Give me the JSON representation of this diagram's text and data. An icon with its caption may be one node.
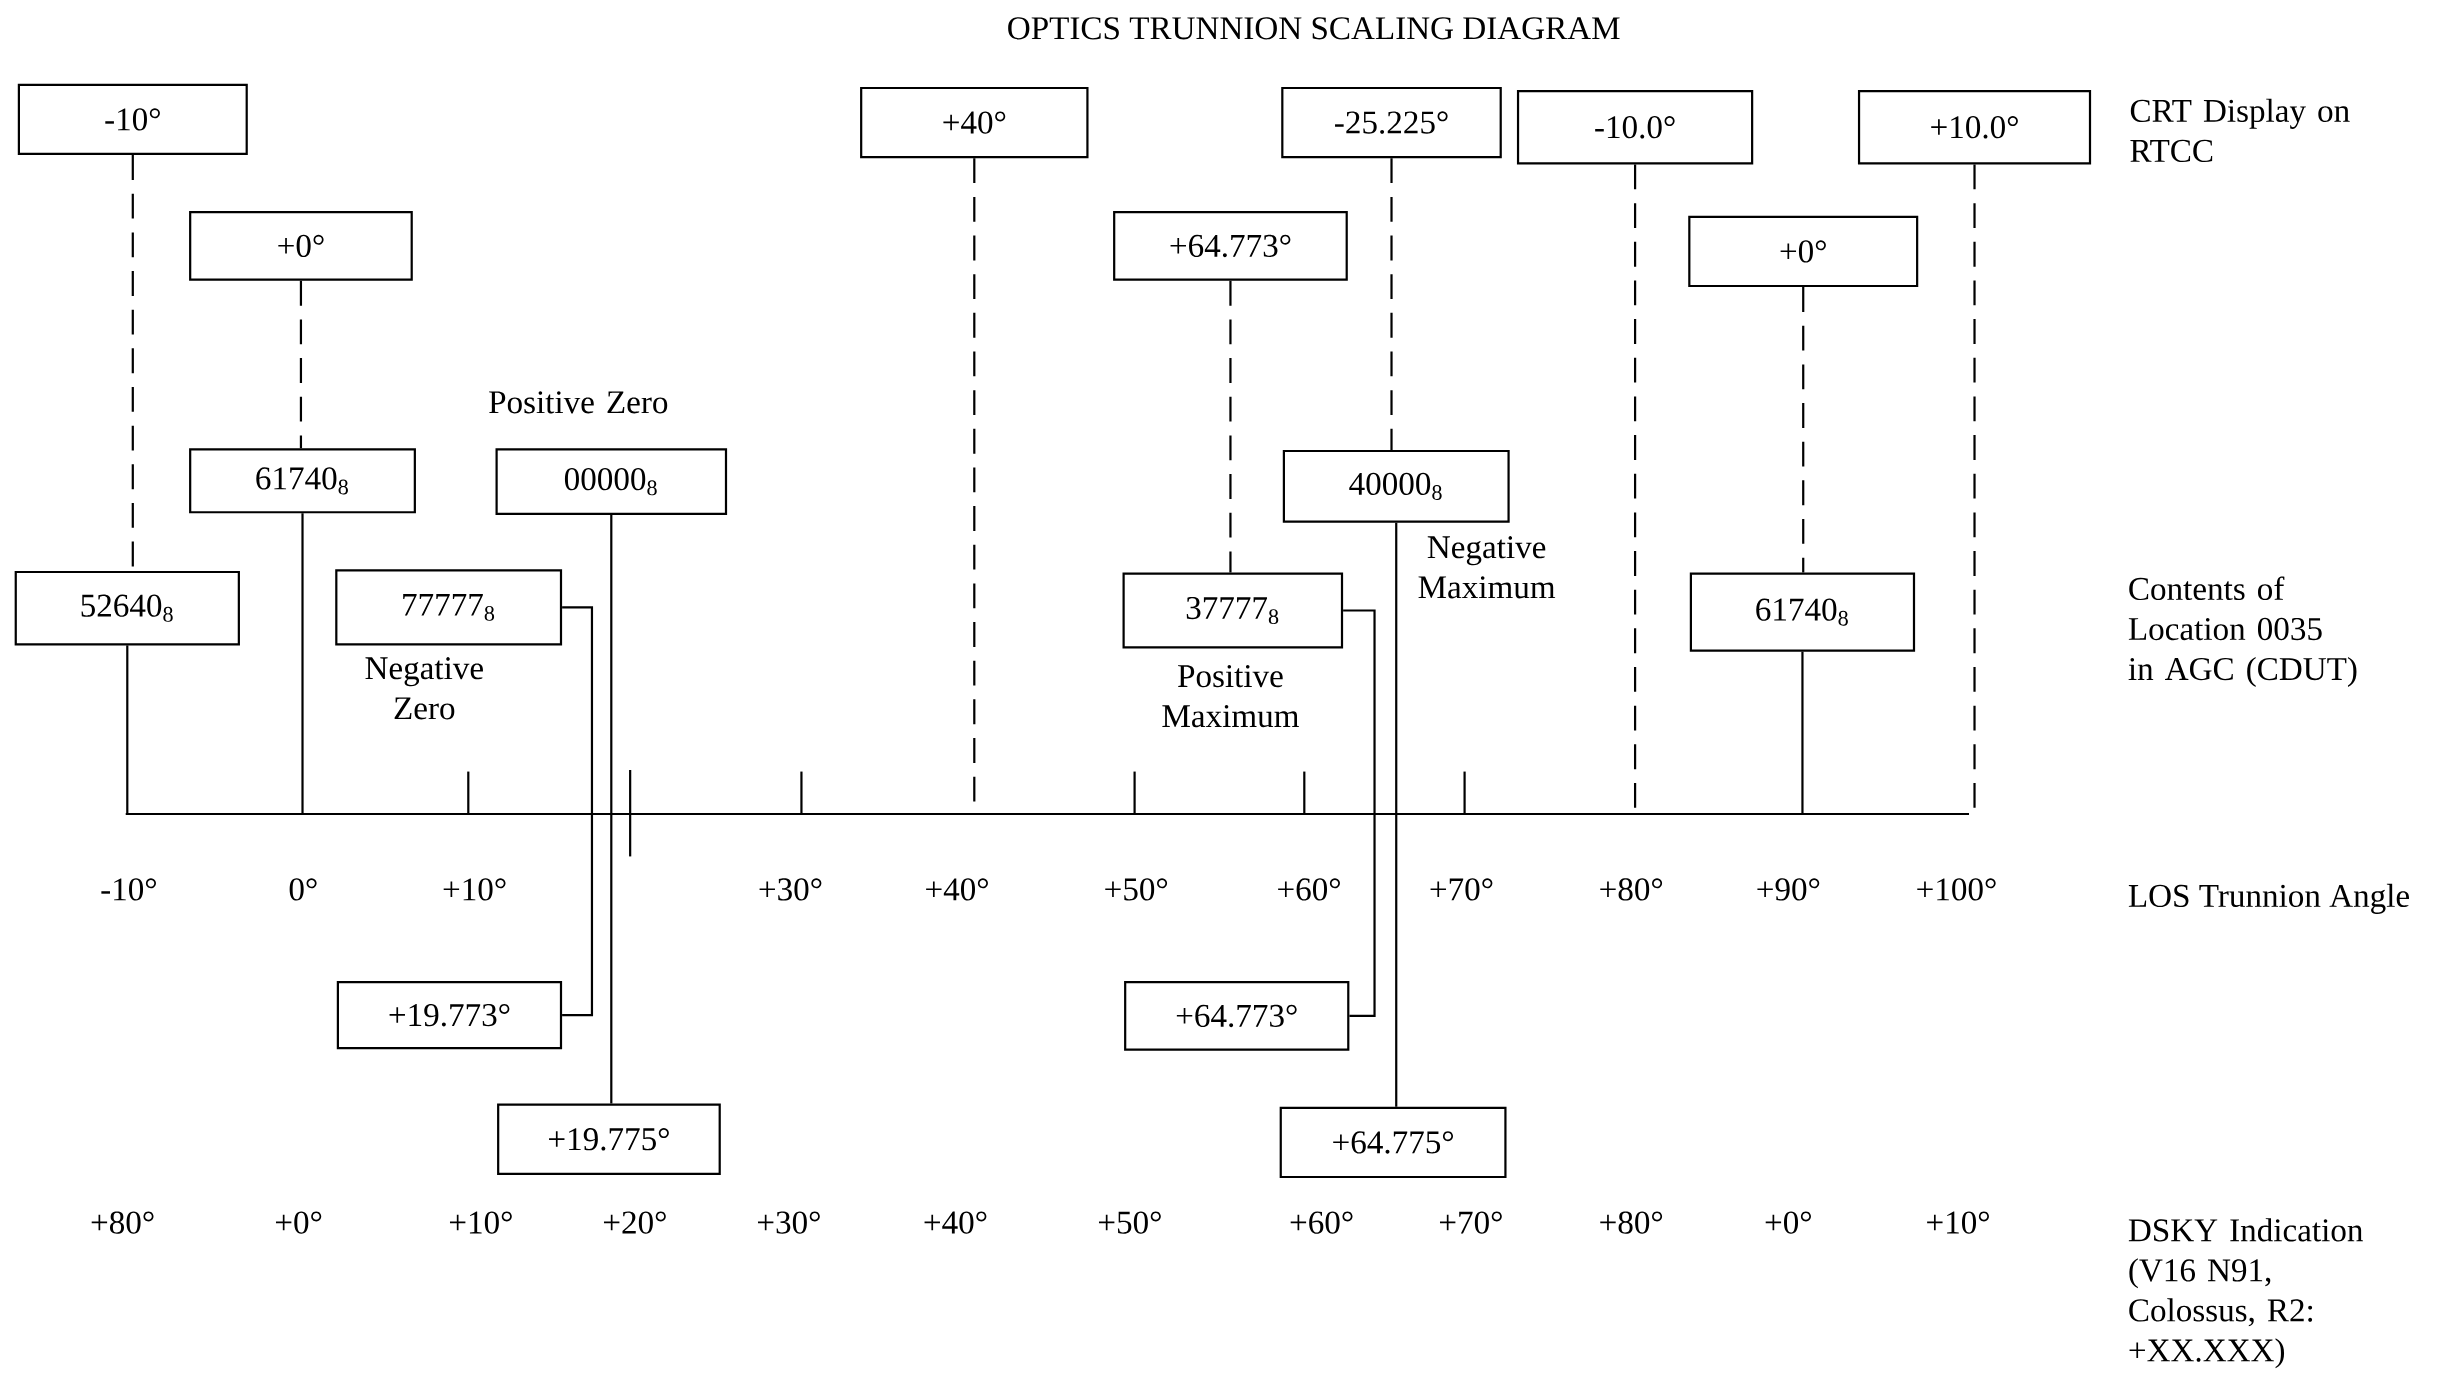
{
  "diagram": {
    "title": "OPTICS TRUNNION SCALING DIAGRAM",
    "nodes": [
      {
        "text": [
          "-10°"
        ]
      },
      {
        "text": [
          "+40°"
        ]
      },
      {
        "text": [
          "-25.225°"
        ]
      },
      {
        "text": [
          "-10.0°"
        ]
      },
      {
        "text": [
          "+10.0°"
        ]
      },
      {
        "text": [
          "+0°"
        ]
      },
      {
        "text": [
          "+64.773°"
        ]
      },
      {
        "text": [
          "+0°"
        ]
      },
      {
        "text": [
          "61740$_{8}$"
        ]
      },
      {
        "text": [
          "00000$_{8}$"
        ],
        "beside": [
          "Positive Zero"
        ]
      },
      {
        "text": [
          "40000$_{8}$"
        ],
        "beside": [
          "Negative Maximum"
        ]
      },
      {
        "text": [
          "52640$_{8}$"
        ]
      },
      {
        "text": [
          "77777$_{8}$"
        ],
        "beside": [
          "Negative Zero"
        ]
      },
      {
        "text": [
          "37777$_{8}$"
        ],
        "beside": [
          "Positive Maximum"
        ]
      },
      {
        "text": [
          "61740$_{8}$"
        ]
      },
      {
        "text": [
          "+19.773°"
        ]
      },
      {
        "text": [
          "+64.773°"
        ]
      },
      {
        "text": [
          "+19.775°"
        ]
      },
      {
        "text": [
          "+64.775°"
        ]
      }
    ],
    "edges": [
      {
        "from": 0,
        "to": 11,
        "arrow": "none",
        "style": "dashed"
      },
      {
        "from": 11,
        "to": null,
        "arrow": "none"
      },
      {
        "from": 5,
        "to": 8,
        "arrow": "none",
        "style": "dashed"
      },
      {
        "from": 8,
        "to": null,
        "arrow": "none"
      },
      {
        "from": 9,
        "to": 17,
        "arrow": "none"
      },
      {
        "from": 12,
        "to": 15,
        "arrow": "none"
      },
      {
        "from": 1,
        "to": null,
        "arrow": "none",
        "style": "dashed"
      },
      {
        "from": 6,
        "to": 13,
        "arrow": "none",
        "style": "dashed"
      },
      {
        "from": 13,
        "to": 16,
        "arrow": "none"
      },
      {
        "from": 2,
        "to": 10,
        "arrow": "none",
        "style": "dashed"
      },
      {
        "from": 10,
        "to": 18,
        "arrow": "none"
      },
      {
        "from": 3,
        "to": null,
        "arrow": "none",
        "style": "dashed"
      },
      {
        "from": 4,
        "to": null,
        "arrow": "none",
        "style": "dashed"
      },
      {
        "from": 7,
        "to": 14,
        "arrow": "none",
        "style": "dashed"
      },
      {
        "from": 14,
        "to": null,
        "arrow": "none"
      }
    ],
    "labels": [
      "CRT Display on RTCC",
      "Contents of Location 0035 in AGC (CDUT)",
      "-10°",
      "0°",
      "+10°",
      "+30°",
      "+40°",
      "+50°",
      "+60°",
      "+70°",
      "+80°",
      "+90°",
      "+100°",
      "LOS Trunnion Angle",
      "+80°",
      "+0°",
      "+10°",
      "+20°",
      "+30°",
      "+40°",
      "+50°",
      "+60°",
      "+70°",
      "+80°",
      "+0°",
      "+10°",
      "DSKY Indication (V16 N91, Colossus, R2: +XX.XXX)"
    ]
  }
}
